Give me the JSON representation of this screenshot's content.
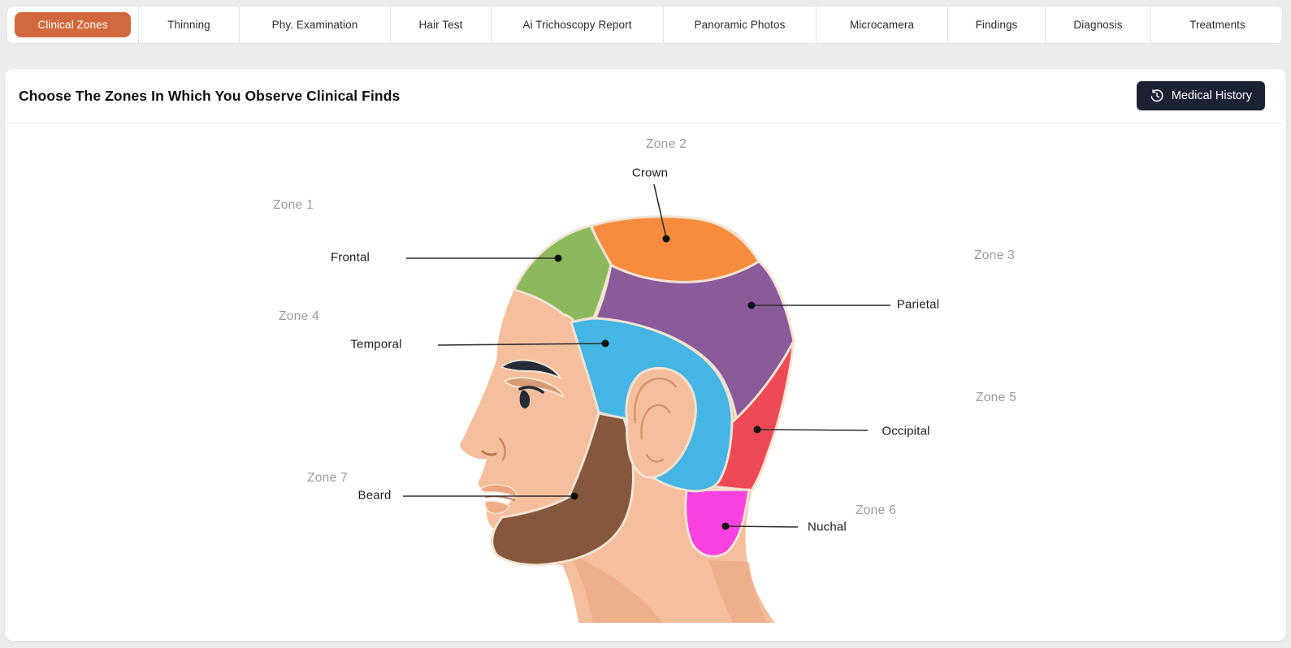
{
  "tabs": {
    "items": [
      {
        "label": "Clinical Zones",
        "active": true
      },
      {
        "label": "Thinning",
        "active": false
      },
      {
        "label": "Phy. Examination",
        "active": false
      },
      {
        "label": "Hair Test",
        "active": false
      },
      {
        "label": "Ai Trichoscopy Report",
        "active": false
      },
      {
        "label": "Panoramic Photos",
        "active": false
      },
      {
        "label": "Microcamera",
        "active": false
      },
      {
        "label": "Findings",
        "active": false
      },
      {
        "label": "Diagnosis",
        "active": false
      },
      {
        "label": "Treatments",
        "active": false
      }
    ],
    "active_tab_color": "#D2693E"
  },
  "header": {
    "title": "Choose The Zones In Which You Observe Clinical Finds",
    "medical_history_label": "Medical History",
    "history_button_color": "#1C2133"
  },
  "diagram": {
    "zones": [
      {
        "zone_label": "Zone 1",
        "name": "Frontal",
        "color": "#8CB85C"
      },
      {
        "zone_label": "Zone 2",
        "name": "Crown",
        "color": "#F78C3F"
      },
      {
        "zone_label": "Zone 3",
        "name": "Parietal",
        "color": "#8A5A9B"
      },
      {
        "zone_label": "Zone 4",
        "name": "Temporal",
        "color": "#45B5E3"
      },
      {
        "zone_label": "Zone 5",
        "name": "Occipital",
        "color": "#EE4A55"
      },
      {
        "zone_label": "Zone 6",
        "name": "Nuchal",
        "color": "#F943E0"
      },
      {
        "zone_label": "Zone 7",
        "name": "Beard",
        "color": "#85573C"
      }
    ],
    "skin_color": "#F5BF9E",
    "skin_shadow_color": "#ECA987",
    "outline_color": "#F2E3D3"
  }
}
